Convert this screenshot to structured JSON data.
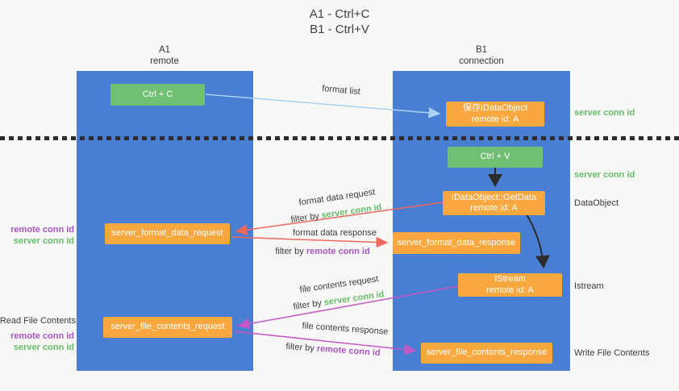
{
  "title": {
    "line1": "A1 - Ctrl+C",
    "line2": "B1 - Ctrl+V"
  },
  "columns": {
    "left": {
      "name": "A1",
      "subtitle": "remote"
    },
    "right": {
      "name": "B1",
      "subtitle": "connection"
    }
  },
  "boxes": {
    "ctrl_c": {
      "label": "Ctrl + C"
    },
    "ctrl_v": {
      "label": "Ctrl + V"
    },
    "save_dataobject": {
      "line1": "保存IDataObject",
      "line2": "remote id: A"
    },
    "getdata": {
      "line1": "IDataObject::GetData",
      "line2": "remote id: A"
    },
    "istream": {
      "line1": "IStream",
      "line2": "remote id: A"
    },
    "format_request": {
      "label": "server_format_data_request"
    },
    "format_response": {
      "label": "server_format_data_response"
    },
    "file_request": {
      "label": "server_file_contents_request"
    },
    "file_response": {
      "label": "server_file_contents_response"
    }
  },
  "arrow_labels": {
    "format_list": "format list",
    "format_data_request": "format data request",
    "format_data_response": "format data response",
    "file_contents_request": "file contents request",
    "file_contents_response": "file contents response",
    "filter_prefix": "filter by ",
    "server_conn_id": "server conn id",
    "remote_conn_id": "remote conn id"
  },
  "side_labels": {
    "server_conn_id_right_top": "server conn id",
    "server_conn_id_right_mid": "server conn id",
    "dataobject": "DataObject",
    "istream": "Istream",
    "write_file_contents": "Write File Contents",
    "read_file_contents": "Read File Contents",
    "remote_conn_id_left_1": "remote conn id",
    "server_conn_id_left_1": "server conn id",
    "remote_conn_id_left_2": "remote conn id",
    "server_conn_id_left_2": "server conn id"
  },
  "colors": {
    "column_blue": "#4a7ed3",
    "box_green": "#71bf74",
    "box_orange": "#f8a83e",
    "text_green": "#67bd6b",
    "text_purple": "#a855c0",
    "arrow_red": "#ed685e",
    "arrow_magenta": "#c558c5",
    "arrow_light_blue": "#a9d2f1",
    "arrow_black": "#2b2b2b",
    "background": "#f7f7f6"
  }
}
